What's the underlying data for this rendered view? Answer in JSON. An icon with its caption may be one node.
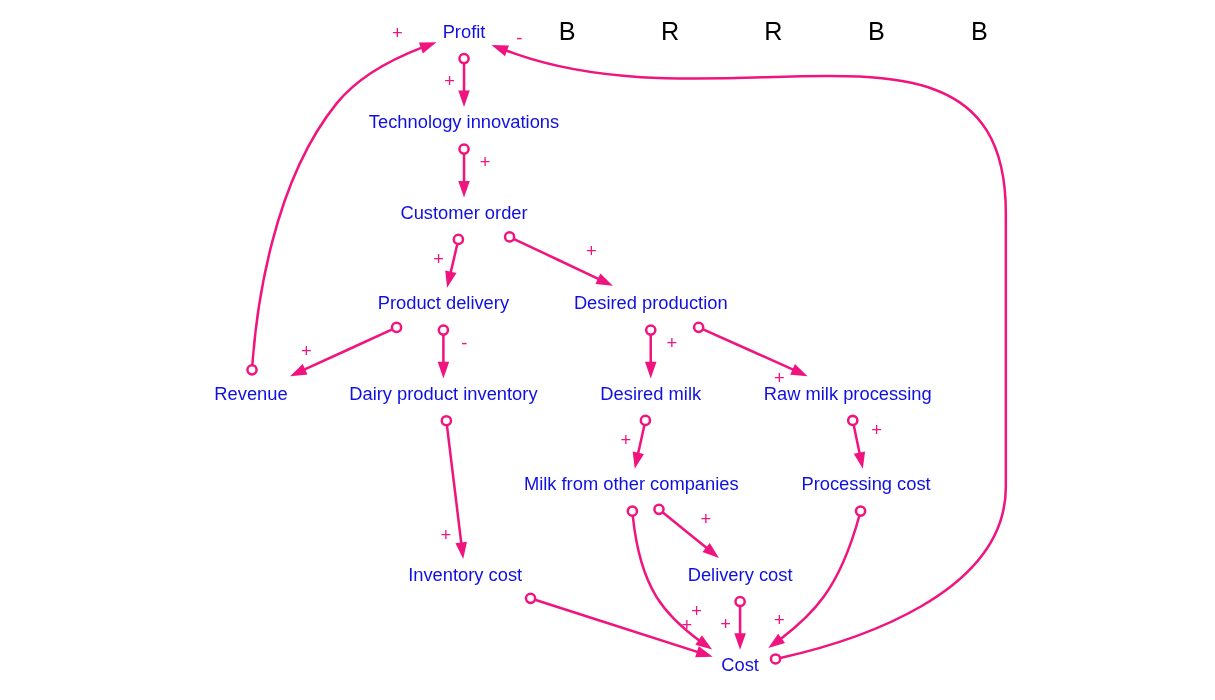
{
  "diagram": {
    "nodes": [
      {
        "text": [
          "Profit"
        ]
      },
      {
        "text": [
          "Delivery cost"
        ]
      },
      {
        "text": [
          "Cost"
        ]
      },
      {
        "text": [
          "Technology innovations"
        ]
      },
      {
        "text": [
          "Revenue"
        ]
      },
      {
        "text": [
          "Inventory cost"
        ]
      },
      {
        "text": [
          "Milk from other companies"
        ]
      },
      {
        "text": [
          "Processing cost"
        ]
      },
      {
        "text": [
          "Dairy product inventory"
        ]
      },
      {
        "text": [
          "Customer order"
        ]
      },
      {
        "text": [
          "Product delivery"
        ]
      },
      {
        "text": [
          "Raw milk processing"
        ]
      },
      {
        "text": [
          "Desired milk"
        ]
      },
      {
        "text": [
          "Desired production"
        ]
      }
    ],
    "edges": [
      {
        "from": 1,
        "to": 2,
        "arrow": "to",
        "label": "+"
      },
      {
        "from": 6,
        "to": 2,
        "arrow": "to",
        "label": "+"
      },
      {
        "from": 7,
        "to": 2,
        "arrow": "to",
        "label": "+"
      },
      {
        "from": 5,
        "to": 2,
        "arrow": "to",
        "label": "+"
      },
      {
        "from": 2,
        "to": 0,
        "arrow": "to",
        "label": "-"
      },
      {
        "from": 4,
        "to": 0,
        "arrow": "to",
        "label": "+"
      },
      {
        "from": 0,
        "to": 3,
        "arrow": "to",
        "label": "+"
      },
      {
        "from": 3,
        "to": 9,
        "arrow": "to",
        "label": "+"
      },
      {
        "from": 9,
        "to": 10,
        "arrow": "to",
        "label": "+"
      },
      {
        "from": 9,
        "to": 13,
        "arrow": "to",
        "label": "+"
      },
      {
        "from": 10,
        "to": 4,
        "arrow": "to",
        "label": "+"
      },
      {
        "from": 10,
        "to": 8,
        "arrow": "to",
        "label": "-"
      },
      {
        "from": 8,
        "to": 5,
        "arrow": "to",
        "label": "+"
      },
      {
        "from": 11,
        "to": 7,
        "arrow": "to",
        "label": "+"
      },
      {
        "from": 13,
        "to": 11,
        "arrow": "to",
        "label": "+"
      },
      {
        "from": 13,
        "to": 12,
        "arrow": "to",
        "label": "+"
      },
      {
        "from": 12,
        "to": 6,
        "arrow": "to",
        "label": "+"
      },
      {
        "from": 6,
        "to": 1,
        "arrow": "to",
        "label": "+"
      }
    ],
    "labels": [
      "B",
      "R",
      "R",
      "B",
      "B"
    ]
  }
}
